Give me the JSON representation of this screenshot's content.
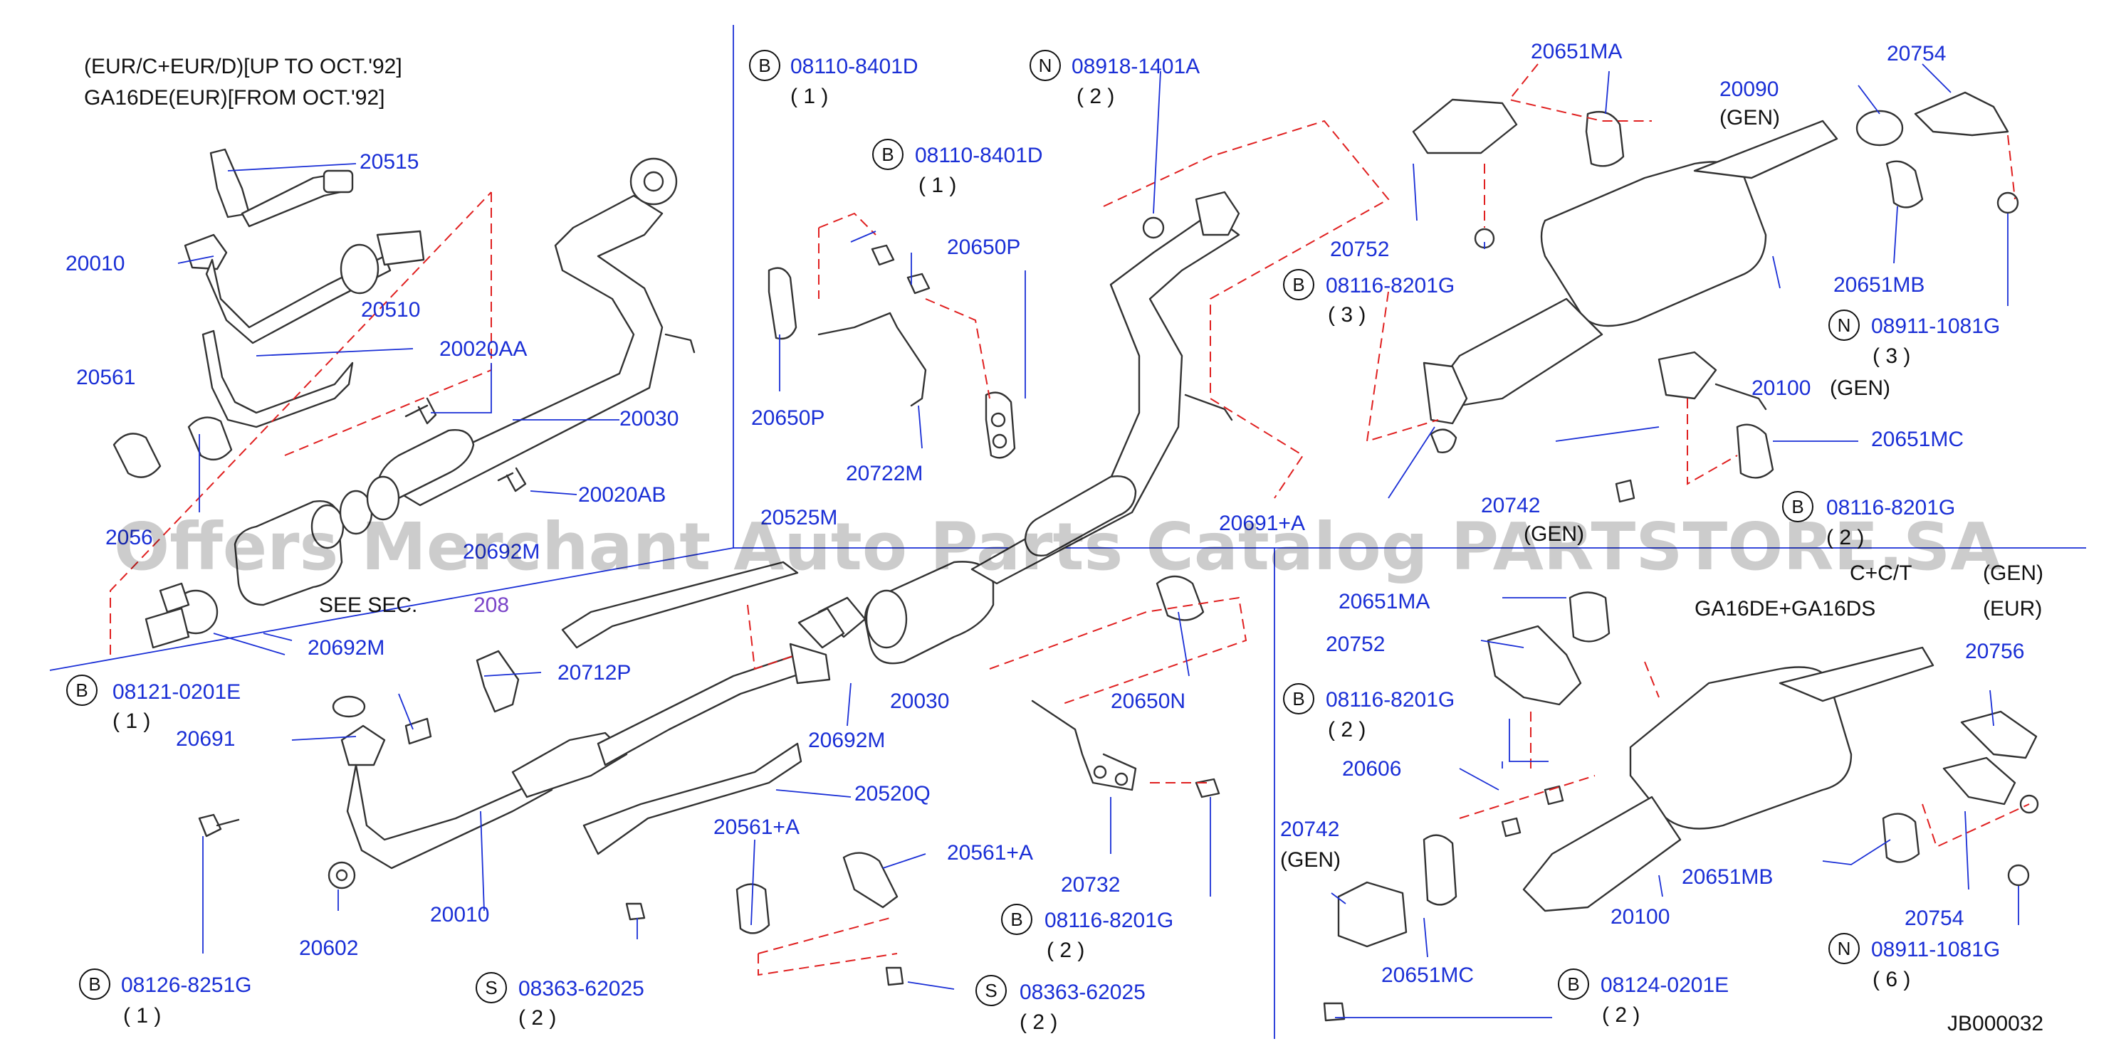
{
  "header": {
    "line1": "(EUR/C+EUR/D)[UP   TO   OCT.'92]",
    "line2": "GA16DE(EUR)[FROM   OCT.'92]"
  },
  "labels": [
    {
      "id": "20515",
      "text": "20515"
    },
    {
      "id": "20010a",
      "text": "20010"
    },
    {
      "id": "20510",
      "text": "20510"
    },
    {
      "id": "20561",
      "text": "20561"
    },
    {
      "id": "20020AA",
      "text": "20020AA"
    },
    {
      "id": "20030a",
      "text": "20030"
    },
    {
      "id": "20020AB",
      "text": "20020AB"
    },
    {
      "id": "2056x",
      "text": "2056"
    },
    {
      "id": "20692Mpart",
      "text": "20692M"
    },
    {
      "id": "20692Ma",
      "text": "20692M"
    },
    {
      "id": "20691",
      "text": "20691"
    },
    {
      "id": "20712P",
      "text": "20712P"
    },
    {
      "id": "20602",
      "text": "20602"
    },
    {
      "id": "20010b",
      "text": "20010"
    },
    {
      "id": "20525M",
      "text": "20525M"
    },
    {
      "id": "20692Mb",
      "text": "20692M"
    },
    {
      "id": "20030b",
      "text": "20030"
    },
    {
      "id": "20520Q",
      "text": "20520Q"
    },
    {
      "id": "20561A1",
      "text": "20561+A"
    },
    {
      "id": "20561A2",
      "text": "20561+A"
    },
    {
      "id": "20650P",
      "text": "20650P"
    },
    {
      "id": "20650Pb",
      "text": "20650P"
    },
    {
      "id": "20722M",
      "text": "20722M"
    },
    {
      "id": "20691A",
      "text": "20691+A"
    },
    {
      "id": "20650N",
      "text": "20650N"
    },
    {
      "id": "20732",
      "text": "20732"
    },
    {
      "id": "20651MA",
      "text": "20651MA"
    },
    {
      "id": "20090",
      "text": "20090"
    },
    {
      "id": "20754a",
      "text": "20754"
    },
    {
      "id": "20752a",
      "text": "20752"
    },
    {
      "id": "20651MBa",
      "text": "20651MB"
    },
    {
      "id": "20100a",
      "text": "20100"
    },
    {
      "id": "20651MC",
      "text": "20651MC"
    },
    {
      "id": "20742a",
      "text": "20742"
    },
    {
      "id": "20651MA2",
      "text": "20651MA"
    },
    {
      "id": "20752b",
      "text": "20752"
    },
    {
      "id": "20756",
      "text": "20756"
    },
    {
      "id": "20606",
      "text": "20606"
    },
    {
      "id": "20742b",
      "text": "20742"
    },
    {
      "id": "20651MC2",
      "text": "20651MC"
    },
    {
      "id": "20651MB2",
      "text": "20651MB"
    },
    {
      "id": "20100b",
      "text": "20100"
    },
    {
      "id": "20754b",
      "text": "20754"
    }
  ],
  "notes": {
    "gen1": "(GEN)",
    "gen2": "(GEN)",
    "gen3": "(GEN)",
    "gen4": "(GEN)",
    "gen5": "(GEN)",
    "eur": "(EUR)",
    "cc": "C+C/T",
    "ga16": "GA16DE+GA16DS",
    "see": "SEE   SEC.",
    "sec": "208",
    "code": "JB000032"
  },
  "fasteners": [
    {
      "id": "f1",
      "prefix": "B",
      "part": "08110-8401D",
      "qty": "( 1 )"
    },
    {
      "id": "f2",
      "prefix": "N",
      "part": "08918-1401A",
      "qty": "( 2 )"
    },
    {
      "id": "f3",
      "prefix": "B",
      "part": "08110-8401D",
      "qty": "( 1 )"
    },
    {
      "id": "f4",
      "prefix": "B",
      "part": "08121-0201E",
      "qty": "( 1 )"
    },
    {
      "id": "f5",
      "prefix": "B",
      "part": "08126-8251G",
      "qty": "( 1 )"
    },
    {
      "id": "f6",
      "prefix": "S",
      "part": "08363-62025",
      "qty": "( 2 )"
    },
    {
      "id": "f7",
      "prefix": "S",
      "part": "08363-62025",
      "qty": "( 2 )"
    },
    {
      "id": "f8",
      "prefix": "B",
      "part": "08116-8201G",
      "qty": "( 2 )"
    },
    {
      "id": "f9",
      "prefix": "B",
      "part": "08116-8201G",
      "qty": "( 3 )"
    },
    {
      "id": "f10",
      "prefix": "N",
      "part": "08911-1081G",
      "qty": "( 3 )"
    },
    {
      "id": "f11",
      "prefix": "B",
      "part": "08116-8201G",
      "qty": "( 2 )"
    },
    {
      "id": "f12",
      "prefix": "B",
      "part": "08116-8201G",
      "qty": "( 2 )"
    },
    {
      "id": "f13",
      "prefix": "N",
      "part": "08911-1081G",
      "qty": "( 6 )"
    },
    {
      "id": "f14",
      "prefix": "B",
      "part": "08124-0201E",
      "qty": "( 2 )"
    }
  ],
  "watermark": "Offers Merchant Auto Parts Catalog PARTSTORE.SA",
  "colors": {
    "label": "#1a2fd6",
    "dash": "#e02020",
    "line": "#333333"
  }
}
